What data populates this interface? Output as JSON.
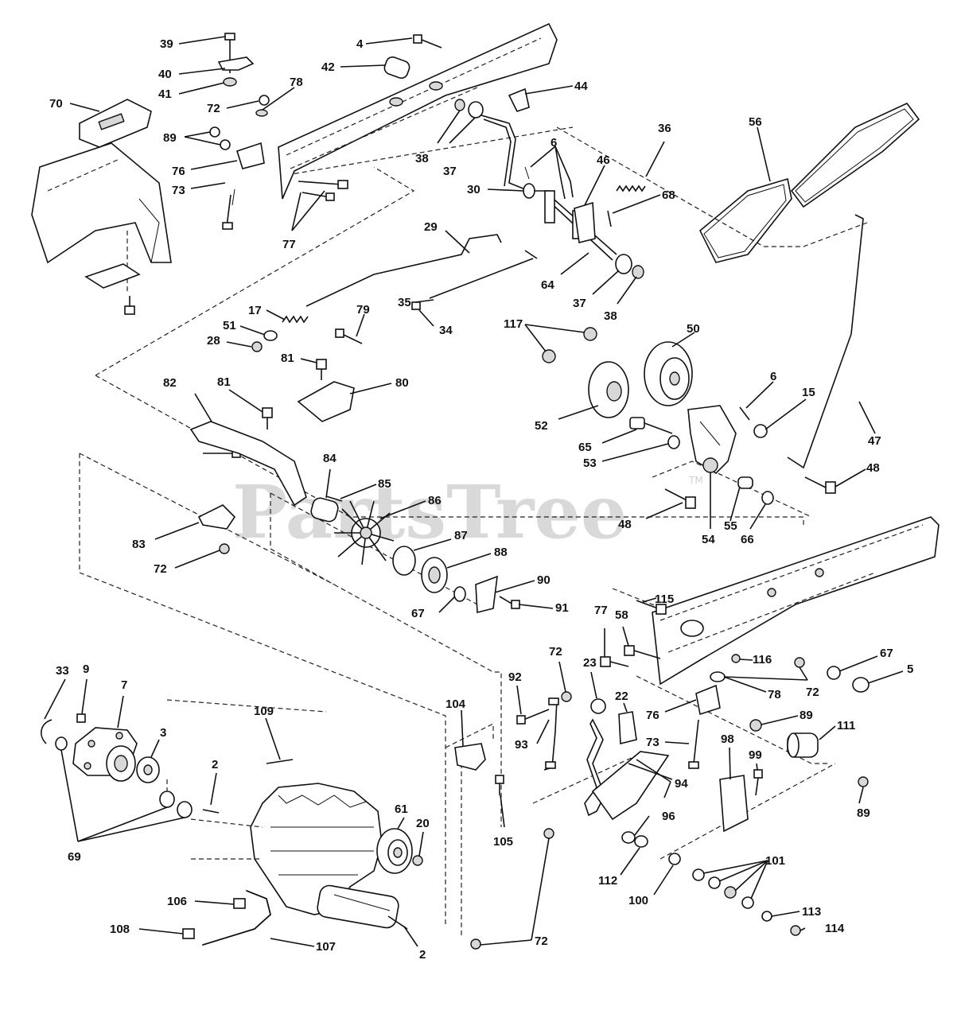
{
  "watermark": {
    "text": "PartsTree",
    "trademark": "TM"
  },
  "callouts": [
    "39",
    "40",
    "41",
    "4",
    "42",
    "44",
    "70",
    "72",
    "78",
    "89",
    "76",
    "73",
    "77",
    "38",
    "37",
    "30",
    "6",
    "46",
    "36",
    "68",
    "56",
    "29",
    "64",
    "37",
    "38",
    "35",
    "34",
    "17",
    "79",
    "51",
    "28",
    "81",
    "117",
    "50",
    "52",
    "6",
    "15",
    "47",
    "82",
    "80",
    "81",
    "65",
    "53",
    "48",
    "48",
    "54",
    "55",
    "66",
    "84",
    "85",
    "86",
    "83",
    "72",
    "87",
    "88",
    "90",
    "67",
    "91",
    "115",
    "77",
    "58",
    "116",
    "67",
    "5",
    "72",
    "78",
    "76",
    "89",
    "111",
    "73",
    "92",
    "72",
    "23",
    "104",
    "22",
    "93",
    "94",
    "98",
    "99",
    "33",
    "9",
    "7",
    "109",
    "3",
    "2",
    "61",
    "20",
    "69",
    "105",
    "96",
    "89",
    "112",
    "101",
    "100",
    "113",
    "114",
    "106",
    "108",
    "107",
    "2",
    "72"
  ]
}
